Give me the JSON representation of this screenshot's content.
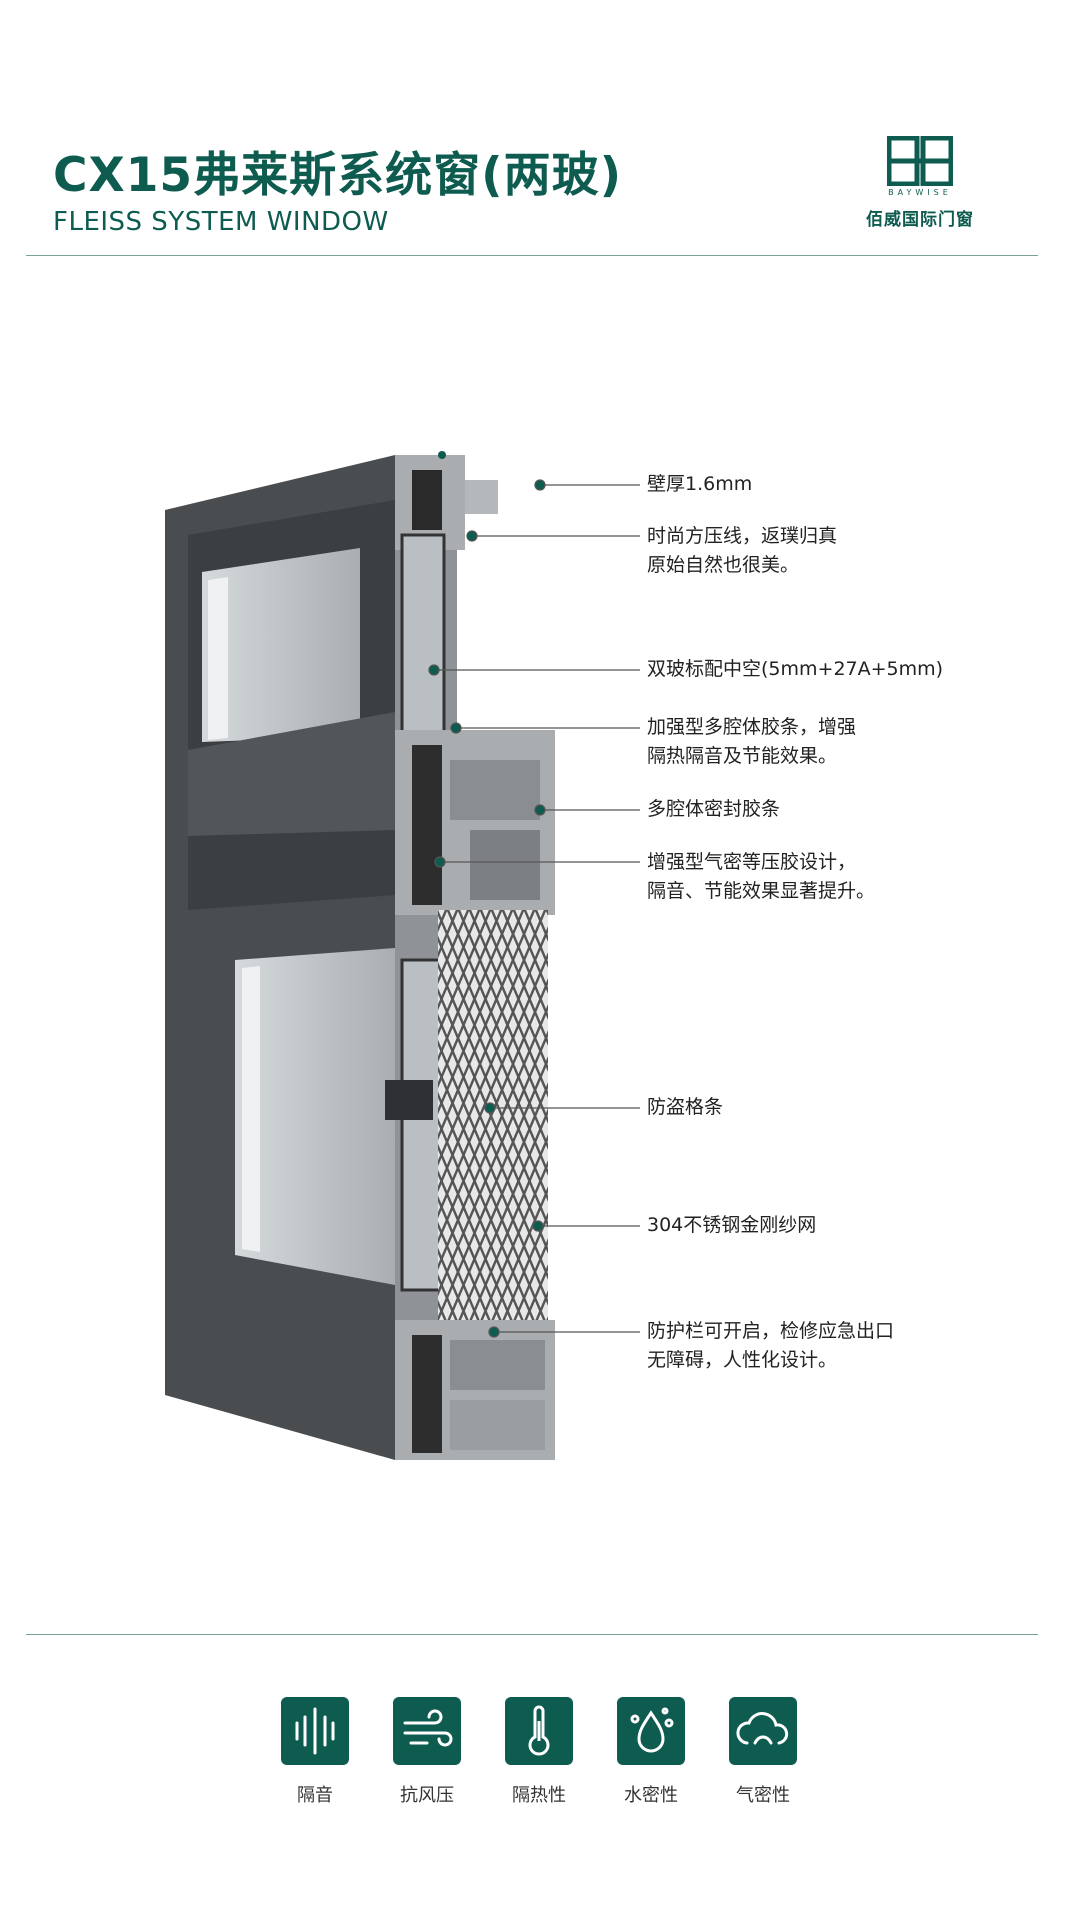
{
  "header": {
    "title": "CX15弗莱斯系统窗(两玻)",
    "subtitle": "FLEISS SYSTEM WINDOW"
  },
  "logo": {
    "mark": "BB",
    "english": "BAYWISE",
    "chinese": "佰威国际门窗"
  },
  "callouts": [
    {
      "lines": [
        "壁厚1.6mm"
      ]
    },
    {
      "lines": [
        "时尚方压线，返璞归真",
        "原始自然也很美。"
      ]
    },
    {
      "lines": [
        "双玻标配中空(5mm+27A+5mm)"
      ]
    },
    {
      "lines": [
        "加强型多腔体胶条，增强",
        "隔热隔音及节能效果。"
      ]
    },
    {
      "lines": [
        "多腔体密封胶条"
      ]
    },
    {
      "lines": [
        "增强型气密等压胶设计，",
        "隔音、节能效果显著提升。"
      ]
    },
    {
      "lines": [
        "防盗格条"
      ]
    },
    {
      "lines": [
        "304不锈钢金刚纱网"
      ]
    },
    {
      "lines": [
        "防护栏可开启，检修应急出口",
        "无障碍，人性化设计。"
      ]
    }
  ],
  "features": [
    {
      "label": "隔音",
      "icon": "sound-insulation-icon"
    },
    {
      "label": "抗风压",
      "icon": "wind-pressure-icon"
    },
    {
      "label": "隔热性",
      "icon": "thermometer-icon"
    },
    {
      "label": "水密性",
      "icon": "water-drop-icon"
    },
    {
      "label": "气密性",
      "icon": "air-cloud-icon"
    }
  ],
  "colors": {
    "brand": "#0e5b4f",
    "frame": "#4a4d50",
    "profile": "#a9adb0"
  }
}
